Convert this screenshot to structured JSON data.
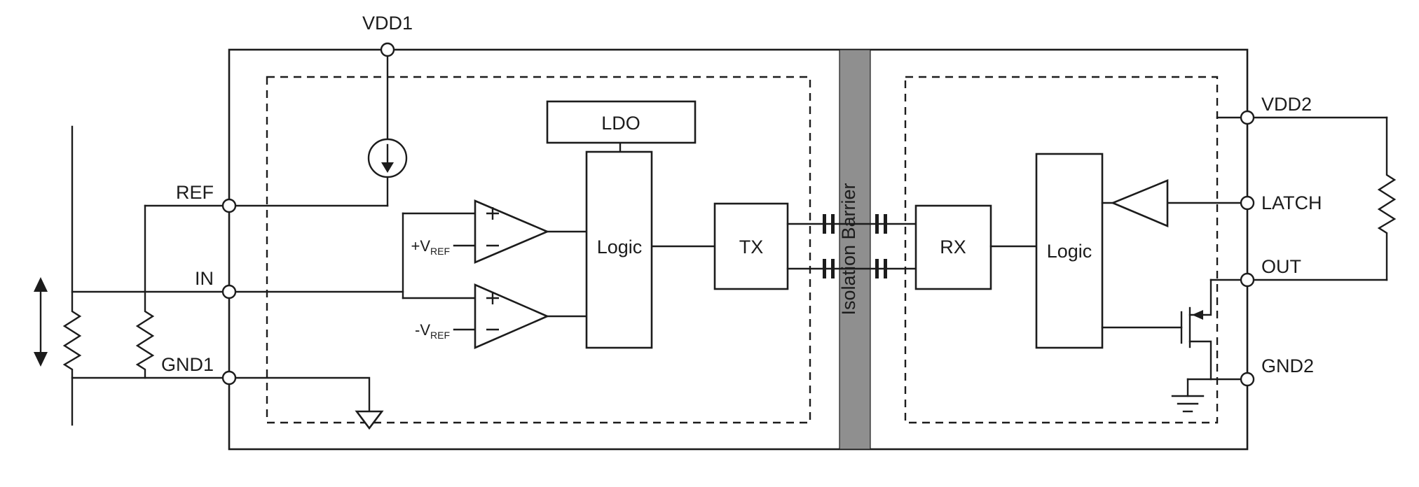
{
  "diagram": {
    "terminals": {
      "vdd1": "VDD1",
      "ref": "REF",
      "in": "IN",
      "gnd1": "GND1",
      "vdd2": "VDD2",
      "latch": "LATCH",
      "out": "OUT",
      "gnd2": "GND2"
    },
    "blocks": {
      "ldo": "LDO",
      "logic_left": "Logic",
      "tx": "TX",
      "isolation_barrier": "Isolation Barrier",
      "rx": "RX",
      "logic_right": "Logic"
    },
    "comparators": {
      "pos_main": "+V",
      "neg_main": "-V",
      "sub": "REF"
    },
    "colors": {
      "line": "#1c1c1c",
      "barrier_fill": "#8f8f8f",
      "background": "#ffffff"
    }
  }
}
